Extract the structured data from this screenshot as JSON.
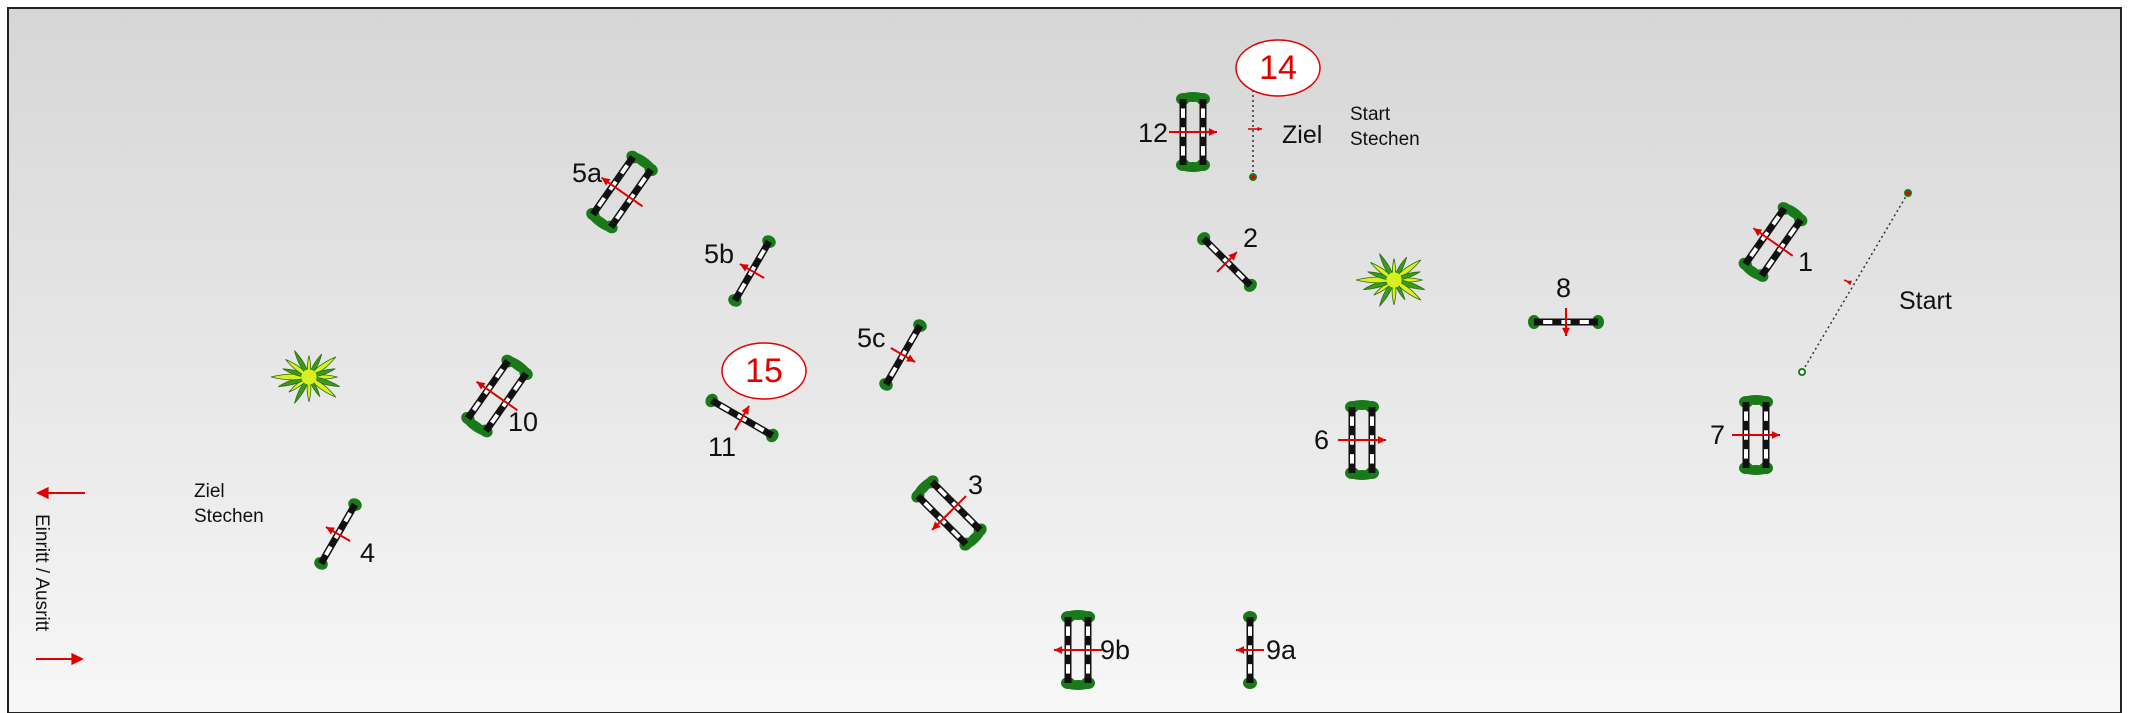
{
  "course": {
    "start_label": "Start",
    "finish_label": "Ziel",
    "jumpoff_start_label": [
      "Start",
      "Stechen"
    ],
    "jumpoff_finish_label": [
      "Ziel",
      "Stechen"
    ],
    "entry_exit_label": "Einritt / Ausritt",
    "jumpoff_numbers": [
      "14",
      "15"
    ],
    "colors": {
      "pole_dark": "#111111",
      "pole_light": "#ffffff",
      "stand_green": "#1a7a1a",
      "arrow_red": "#e00000",
      "bush_light": "#d8f020",
      "bush_dark": "#3c9a1c"
    }
  },
  "obstacles": [
    {
      "id": "1",
      "label": "1",
      "kind": "oxer"
    },
    {
      "id": "2",
      "label": "2",
      "kind": "vertical"
    },
    {
      "id": "3",
      "label": "3",
      "kind": "oxer"
    },
    {
      "id": "4",
      "label": "4",
      "kind": "vertical"
    },
    {
      "id": "5a",
      "label": "5a",
      "kind": "oxer"
    },
    {
      "id": "5b",
      "label": "5b",
      "kind": "vertical"
    },
    {
      "id": "5c",
      "label": "5c",
      "kind": "vertical"
    },
    {
      "id": "6",
      "label": "6",
      "kind": "oxer"
    },
    {
      "id": "7",
      "label": "7",
      "kind": "oxer"
    },
    {
      "id": "8",
      "label": "8",
      "kind": "vertical"
    },
    {
      "id": "9a",
      "label": "9a",
      "kind": "vertical"
    },
    {
      "id": "9b",
      "label": "9b",
      "kind": "oxer"
    },
    {
      "id": "10",
      "label": "10",
      "kind": "oxer"
    },
    {
      "id": "11",
      "label": "11",
      "kind": "vertical"
    },
    {
      "id": "12",
      "label": "12",
      "kind": "oxer"
    }
  ]
}
